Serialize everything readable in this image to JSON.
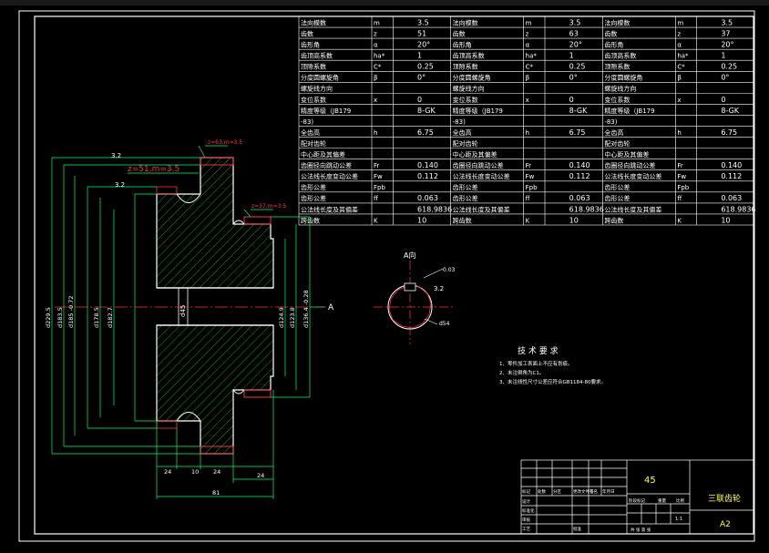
{
  "param_table": {
    "columns": [
      {
        "rows": [
          {
            "name": "法向模数",
            "sym": "m",
            "val": "3.5"
          },
          {
            "name": "齿数",
            "sym": "z",
            "val": "51"
          },
          {
            "name": "齿形角",
            "sym": "α",
            "val": "20°"
          },
          {
            "name": "齿顶高系数",
            "sym": "ha*",
            "val": "1"
          },
          {
            "name": "顶隙系数",
            "sym": "C*",
            "val": "0.25"
          },
          {
            "name": "分度圆螺旋角",
            "sym": "β",
            "val": "0°"
          },
          {
            "name": "螺旋线方向",
            "sym": "",
            "val": ""
          },
          {
            "name": "变位系数",
            "sym": "x",
            "val": "0"
          },
          {
            "name": "精度等级（JB179",
            "sym": "",
            "val": "8-GK"
          },
          {
            "name": "-83)",
            "sym": "",
            "val": ""
          },
          {
            "name": "全齿高",
            "sym": "h",
            "val": "6.75"
          },
          {
            "name": "配对齿轮",
            "sym": "",
            "val": ""
          },
          {
            "name": "中心距及其偏差",
            "sym": "",
            "val": ""
          },
          {
            "name": "齿圈径向跳动公差",
            "sym": "Fr",
            "val": "0.140"
          },
          {
            "name": "公法线长度变动公差",
            "sym": "Fw",
            "val": "0.112"
          },
          {
            "name": "齿形公差",
            "sym": "Fpb",
            "val": ""
          },
          {
            "name": "齿形公差",
            "sym": "ff",
            "val": "0.063"
          },
          {
            "name": "公法线长度及其偏差",
            "sym": "",
            "val": "618.9836"
          },
          {
            "name": "跨齿数",
            "sym": "K",
            "val": "10"
          }
        ]
      },
      {
        "rows": [
          {
            "name": "法向模数",
            "sym": "m",
            "val": "3.5"
          },
          {
            "name": "齿数",
            "sym": "z",
            "val": "63"
          },
          {
            "name": "齿形角",
            "sym": "α",
            "val": "20°"
          },
          {
            "name": "齿顶高系数",
            "sym": "ha*",
            "val": "1"
          },
          {
            "name": "顶隙系数",
            "sym": "C*",
            "val": "0.25"
          },
          {
            "name": "分度圆螺旋角",
            "sym": "β",
            "val": "0°"
          },
          {
            "name": "螺旋线方向",
            "sym": "",
            "val": ""
          },
          {
            "name": "变位系数",
            "sym": "x",
            "val": "0"
          },
          {
            "name": "精度等级（JB179",
            "sym": "",
            "val": "8-GK"
          },
          {
            "name": "-83)",
            "sym": "",
            "val": ""
          },
          {
            "name": "全齿高",
            "sym": "h",
            "val": "6.75"
          },
          {
            "name": "配对齿轮",
            "sym": "",
            "val": ""
          },
          {
            "name": "中心距及其偏差",
            "sym": "",
            "val": ""
          },
          {
            "name": "齿圈径向跳动公差",
            "sym": "Fr",
            "val": "0.140"
          },
          {
            "name": "公法线长度变动公差",
            "sym": "Fw",
            "val": "0.112"
          },
          {
            "name": "齿形公差",
            "sym": "Fpb",
            "val": ""
          },
          {
            "name": "齿形公差",
            "sym": "ff",
            "val": "0.063"
          },
          {
            "name": "公法线长度及其偏差",
            "sym": "",
            "val": "618.9836"
          },
          {
            "name": "跨齿数",
            "sym": "K",
            "val": "10"
          }
        ]
      },
      {
        "rows": [
          {
            "name": "法向模数",
            "sym": "m",
            "val": "3.5"
          },
          {
            "name": "齿数",
            "sym": "z",
            "val": "37"
          },
          {
            "name": "齿形角",
            "sym": "α",
            "val": "20°"
          },
          {
            "name": "齿顶高系数",
            "sym": "ha*",
            "val": "1"
          },
          {
            "name": "顶隙系数",
            "sym": "C*",
            "val": "0.25"
          },
          {
            "name": "分度圆螺旋角",
            "sym": "β",
            "val": "0°"
          },
          {
            "name": "螺旋线方向",
            "sym": "",
            "val": ""
          },
          {
            "name": "变位系数",
            "sym": "x",
            "val": "0"
          },
          {
            "name": "精度等级（JB179",
            "sym": "",
            "val": "8-GK"
          },
          {
            "name": "-83)",
            "sym": "",
            "val": ""
          },
          {
            "name": "全齿高",
            "sym": "h",
            "val": "6.75"
          },
          {
            "name": "配对齿轮",
            "sym": "",
            "val": ""
          },
          {
            "name": "中心距及其偏差",
            "sym": "",
            "val": ""
          },
          {
            "name": "齿圈径向跳动公差",
            "sym": "Fr",
            "val": "0.140"
          },
          {
            "name": "公法线长度变动公差",
            "sym": "Fw",
            "val": "0.112"
          },
          {
            "name": "齿形公差",
            "sym": "Fpb",
            "val": ""
          },
          {
            "name": "齿形公差",
            "sym": "ff",
            "val": "0.063"
          },
          {
            "name": "公法线长度及其偏差",
            "sym": "",
            "val": "618.9836"
          },
          {
            "name": "跨齿数",
            "sym": "K",
            "val": "10"
          }
        ]
      }
    ]
  },
  "section": {
    "labels": {
      "gear1": "z=51,m=3.5",
      "gear2": "z=63,m=3.5",
      "gear3": "z=37,m=3.5",
      "chamfer_top": "3.2",
      "chamfer_mid": "3.2",
      "section_arrow": "A"
    },
    "diameters_left": [
      "d229.5",
      "d183.5",
      "d185 -0.72",
      "d178.5",
      "d182.7"
    ],
    "diameters_right": [
      "d124.9",
      "d123.8",
      "d136.4 -0.28"
    ],
    "bore": "d45",
    "dims_bottom": [
      "24",
      "10",
      "24",
      "24",
      "81"
    ]
  },
  "detail": {
    "title": "A向",
    "roughness": "3.2",
    "tolerance": "0.03",
    "keyway": "d54"
  },
  "tech_req": {
    "title": "技 术 要 求",
    "items": [
      "1、零件加工表面上不应有划痕。",
      "2、未注倒角为C1。",
      "3、未注线性尺寸公差应符合GB1184-80要求。"
    ]
  },
  "title_block": {
    "material": "45",
    "part_name": "三联齿轮",
    "drawing_no": "A2",
    "small_labels": [
      "标记",
      "处数",
      "分区",
      "更改文件号",
      "签名",
      "年月日",
      "设计",
      "标准化",
      "阶段标记",
      "重量",
      "比例",
      "审核",
      "工艺",
      "批准",
      "共 张 第 张"
    ],
    "scale": "1:1"
  }
}
